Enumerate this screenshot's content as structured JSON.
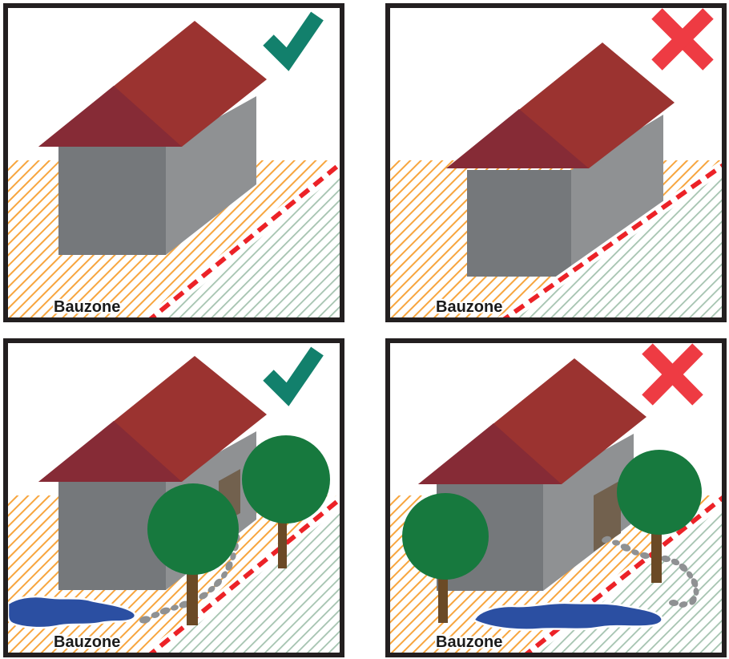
{
  "panels": [
    {
      "position": "top-left",
      "label": "Bauzone",
      "verdict_icon": "check"
    },
    {
      "position": "top-right",
      "label": "Bauzone",
      "verdict_icon": "cross"
    },
    {
      "position": "bottom-left",
      "label": "Bauzone",
      "verdict_icon": "check"
    },
    {
      "position": "bottom-right",
      "label": "Bauzone",
      "verdict_icon": "cross"
    }
  ],
  "colors": {
    "panel_border": "#231F20",
    "hatch_orange": "#F7A53E",
    "hatch_green": "#A5C3B0",
    "boundary_red": "#EC2227",
    "roof_main": "#9B3330",
    "roof_gable": "#862B36",
    "wall_front": "#75787B",
    "wall_side": "#8F9193",
    "door_brown": "#72614E",
    "tree_green": "#17793E",
    "trunk_brown": "#6B4A26",
    "pond_blue": "#2B4FA2",
    "pebble_gray": "#8F9193",
    "check_green": "#12806C",
    "cross_red": "#EE3B43",
    "label": "#1A1A1A"
  }
}
